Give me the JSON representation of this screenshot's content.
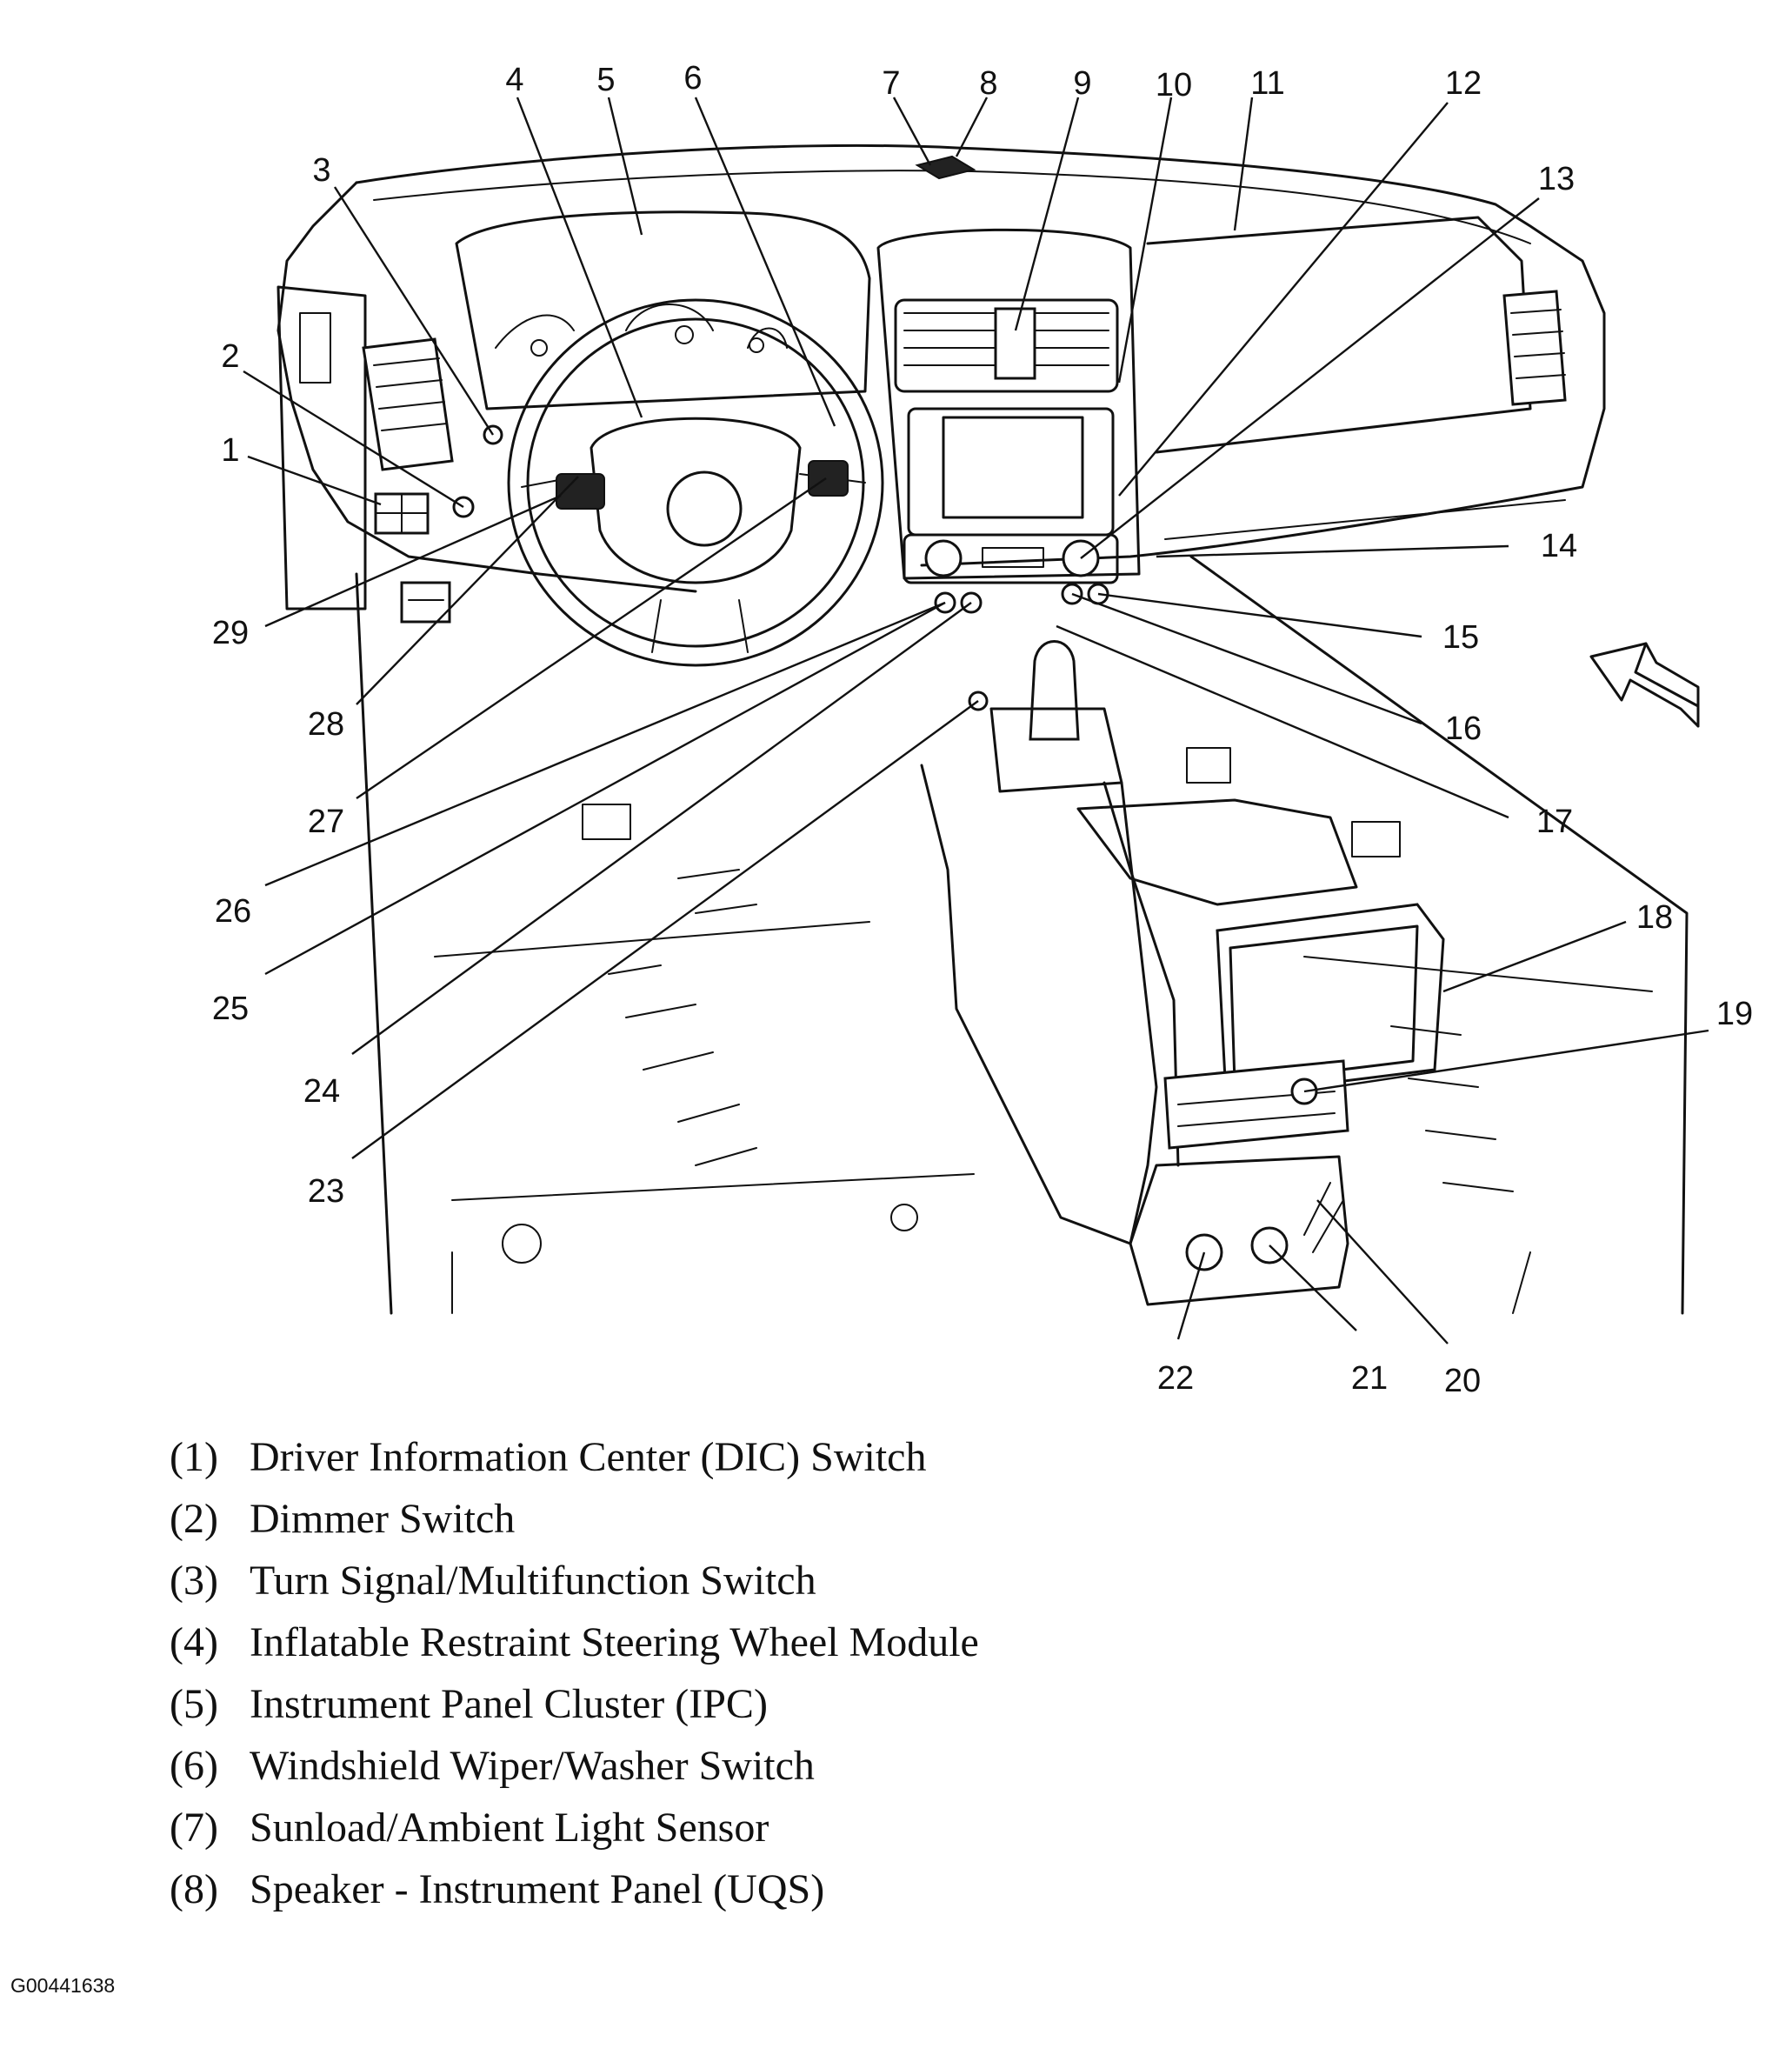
{
  "figure_id": "G00441638",
  "callouts": [
    "1",
    "2",
    "3",
    "4",
    "5",
    "6",
    "7",
    "8",
    "9",
    "10",
    "11",
    "12",
    "13",
    "14",
    "15",
    "16",
    "17",
    "18",
    "19",
    "20",
    "21",
    "22",
    "23",
    "24",
    "25",
    "26",
    "27",
    "28",
    "29"
  ],
  "legend": [
    {
      "num": "(1)",
      "label": "Driver Information Center (DIC) Switch"
    },
    {
      "num": "(2)",
      "label": "Dimmer Switch"
    },
    {
      "num": "(3)",
      "label": "Turn Signal/Multifunction Switch"
    },
    {
      "num": "(4)",
      "label": "Inflatable Restraint Steering Wheel Module"
    },
    {
      "num": "(5)",
      "label": "Instrument Panel Cluster (IPC)"
    },
    {
      "num": "(6)",
      "label": "Windshield Wiper/Washer Switch"
    },
    {
      "num": "(7)",
      "label": "Sunload/Ambient Light Sensor"
    },
    {
      "num": "(8)",
      "label": "Speaker - Instrument Panel (UQS)"
    }
  ]
}
